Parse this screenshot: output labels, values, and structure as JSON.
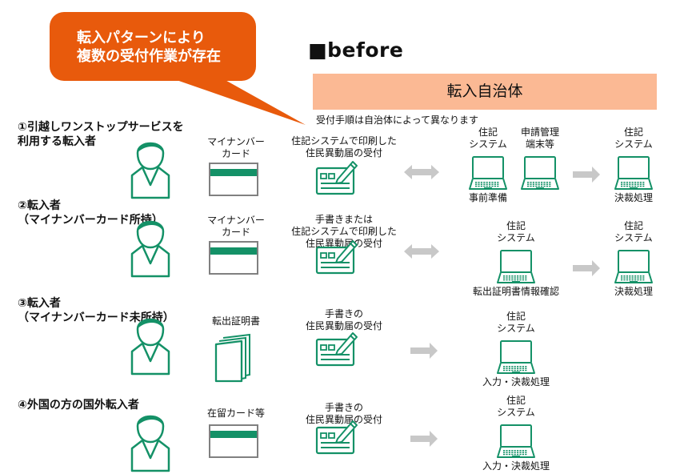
{
  "callout": {
    "lines": [
      "転入パターンにより",
      "複数の受付作業が存在"
    ]
  },
  "section_title": "■before",
  "municipality_header": "転入自治体",
  "note": "受付手順は自治体によって異なります",
  "colors": {
    "accent": "#e85a0c",
    "header_fill": "#fbb994",
    "icon_green": "#149167",
    "arrow_gray": "#c8c8c8",
    "card_border": "#808080"
  },
  "cases": [
    {
      "label_lines": [
        "①引越しワンストップサービスを",
        "  利用する転入者"
      ],
      "document_lines": [
        "マイナンバー",
        "カード"
      ],
      "document_icon": "card-icon",
      "form_lines": [
        "住記システムで印刷した",
        "住民異動届の受付"
      ],
      "flow": "bidirectional",
      "systems": [
        {
          "top_lines": [
            "住記",
            "システム"
          ],
          "bottom": "事前準備"
        },
        {
          "top_lines": [
            "申請管理",
            "端末等"
          ],
          "bottom": ""
        },
        {
          "top_lines": [
            "住記",
            "システム"
          ],
          "bottom": "決裁処理"
        }
      ]
    },
    {
      "label_lines": [
        "②転入者",
        "（マイナンバーカード所持）"
      ],
      "document_lines": [
        "マイナンバー",
        "カード"
      ],
      "document_icon": "card-icon",
      "form_lines": [
        "手書きまたは",
        "住記システムで印刷した",
        "住民異動届の受付"
      ],
      "flow": "bidirectional",
      "systems": [
        {
          "top_lines": [
            "住記",
            "システム"
          ],
          "bottom": "転出証明書情報確認"
        },
        {
          "top_lines": [
            "住記",
            "システム"
          ],
          "bottom": "決裁処理"
        }
      ]
    },
    {
      "label_lines": [
        "③転入者",
        "（マイナンバーカード未所持）"
      ],
      "document_lines": [
        "転出証明書"
      ],
      "document_icon": "document-stack-icon",
      "form_lines": [
        "手書きの",
        "住民異動届の受付"
      ],
      "flow": "forward",
      "systems": [
        {
          "top_lines": [
            "住記",
            "システム"
          ],
          "bottom": "入力・決裁処理"
        }
      ]
    },
    {
      "label_lines": [
        "④外国の方の国外転入者"
      ],
      "document_lines": [
        "在留カード等"
      ],
      "document_icon": "card-icon",
      "form_lines": [
        "手書きの",
        "住民異動届の受付"
      ],
      "flow": "forward",
      "systems": [
        {
          "top_lines": [
            "住記",
            "システム"
          ],
          "bottom": "入力・決裁処理"
        }
      ]
    }
  ]
}
